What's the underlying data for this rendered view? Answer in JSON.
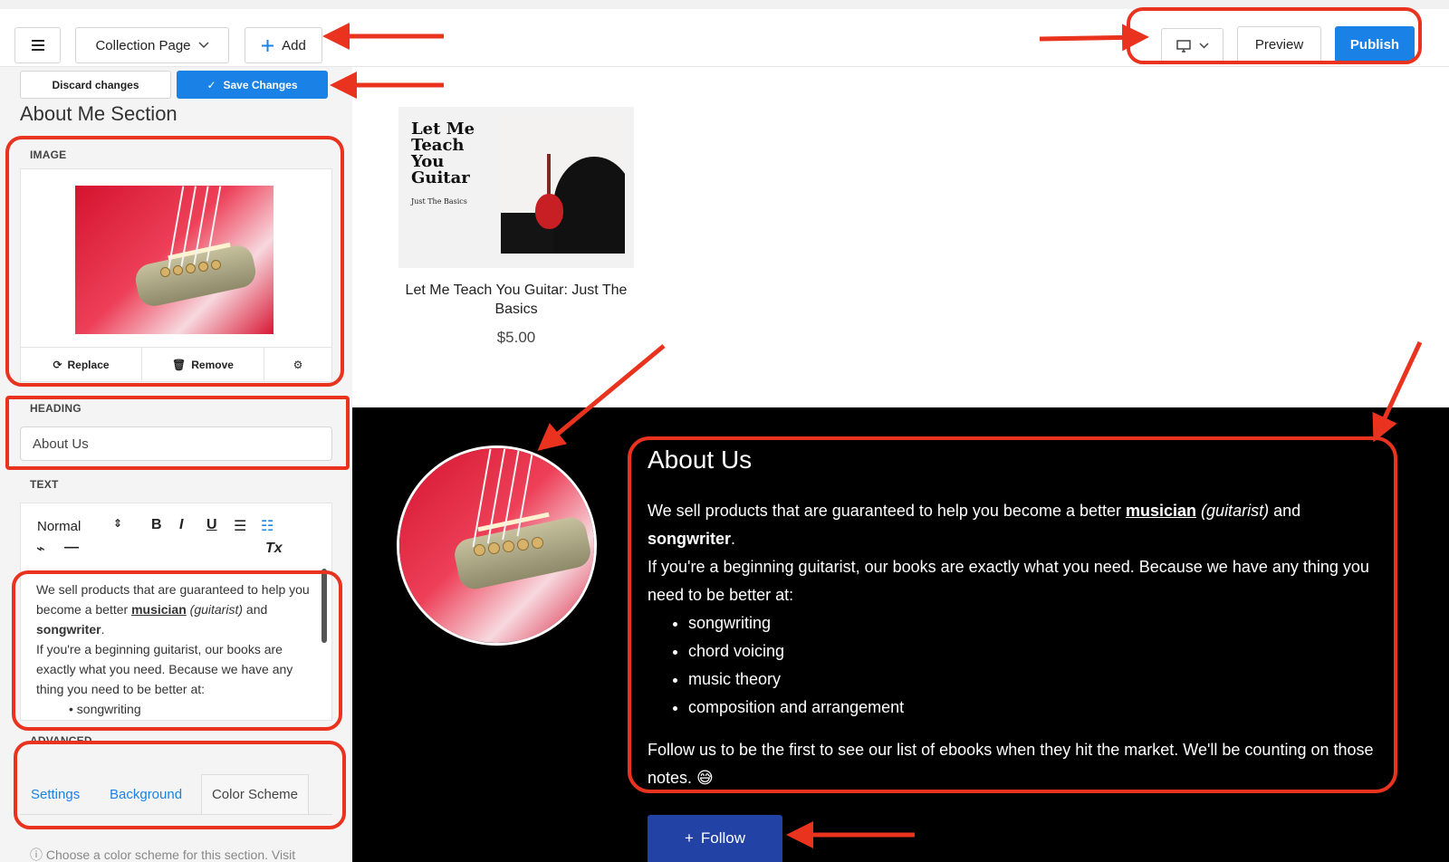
{
  "header": {
    "menu_icon": "hamburger-icon",
    "page_selector": "Collection Page",
    "add": "Add",
    "preview": "Preview",
    "publish": "Publish"
  },
  "sidebar": {
    "discard": "Discard changes",
    "save": "Save Changes",
    "section_title": "About Me Section",
    "image_label": "IMAGE",
    "replace": "Replace",
    "remove": "Remove",
    "heading_label": "HEADING",
    "heading_value": "About Us",
    "text_label": "TEXT",
    "format": "Normal",
    "editor_text": {
      "line1_before": "We sell products that are guaranteed to help you become a better ",
      "musician": "musician",
      "guitarist": "(guitarist)",
      "and": " and ",
      "songwriter": "songwriter",
      "period": ".",
      "line2": "If you're a beginning guitarist, our books are exactly what you need. Because we have any thing you need to be better at:",
      "bullet": "• songwriting"
    },
    "advanced_label": "ADVANCED",
    "tabs": [
      "Settings",
      "Background",
      "Color Scheme"
    ],
    "hint": "Choose a color scheme for this section. Visit"
  },
  "product": {
    "book_title": "Let Me Teach You Guitar",
    "book_subtitle": "Just The Basics",
    "name": "Let Me Teach You Guitar: Just The Basics",
    "price": "$5.00"
  },
  "about": {
    "title": "About Us",
    "intro_before": "We sell products that are guaranteed to help you become a better ",
    "musician": "musician",
    "guitarist": "(guitarist)",
    "and": " and",
    "songwriter": "songwriter",
    "period": ".",
    "beginner": "If you're a beginning guitarist, our books are exactly what you need. Because we have any thing you need to be better at:",
    "items": [
      "songwriting",
      "chord voicing",
      "music theory",
      "composition and arrangement"
    ],
    "follow_text": "Follow us to be the first to see our list of ebooks when they hit the market. We'll be counting on those notes. 😅",
    "follow_button": "Follow"
  },
  "colors": {
    "accent": "#1a82e6",
    "annotation": "#e9331f",
    "follow": "#2342a6"
  }
}
